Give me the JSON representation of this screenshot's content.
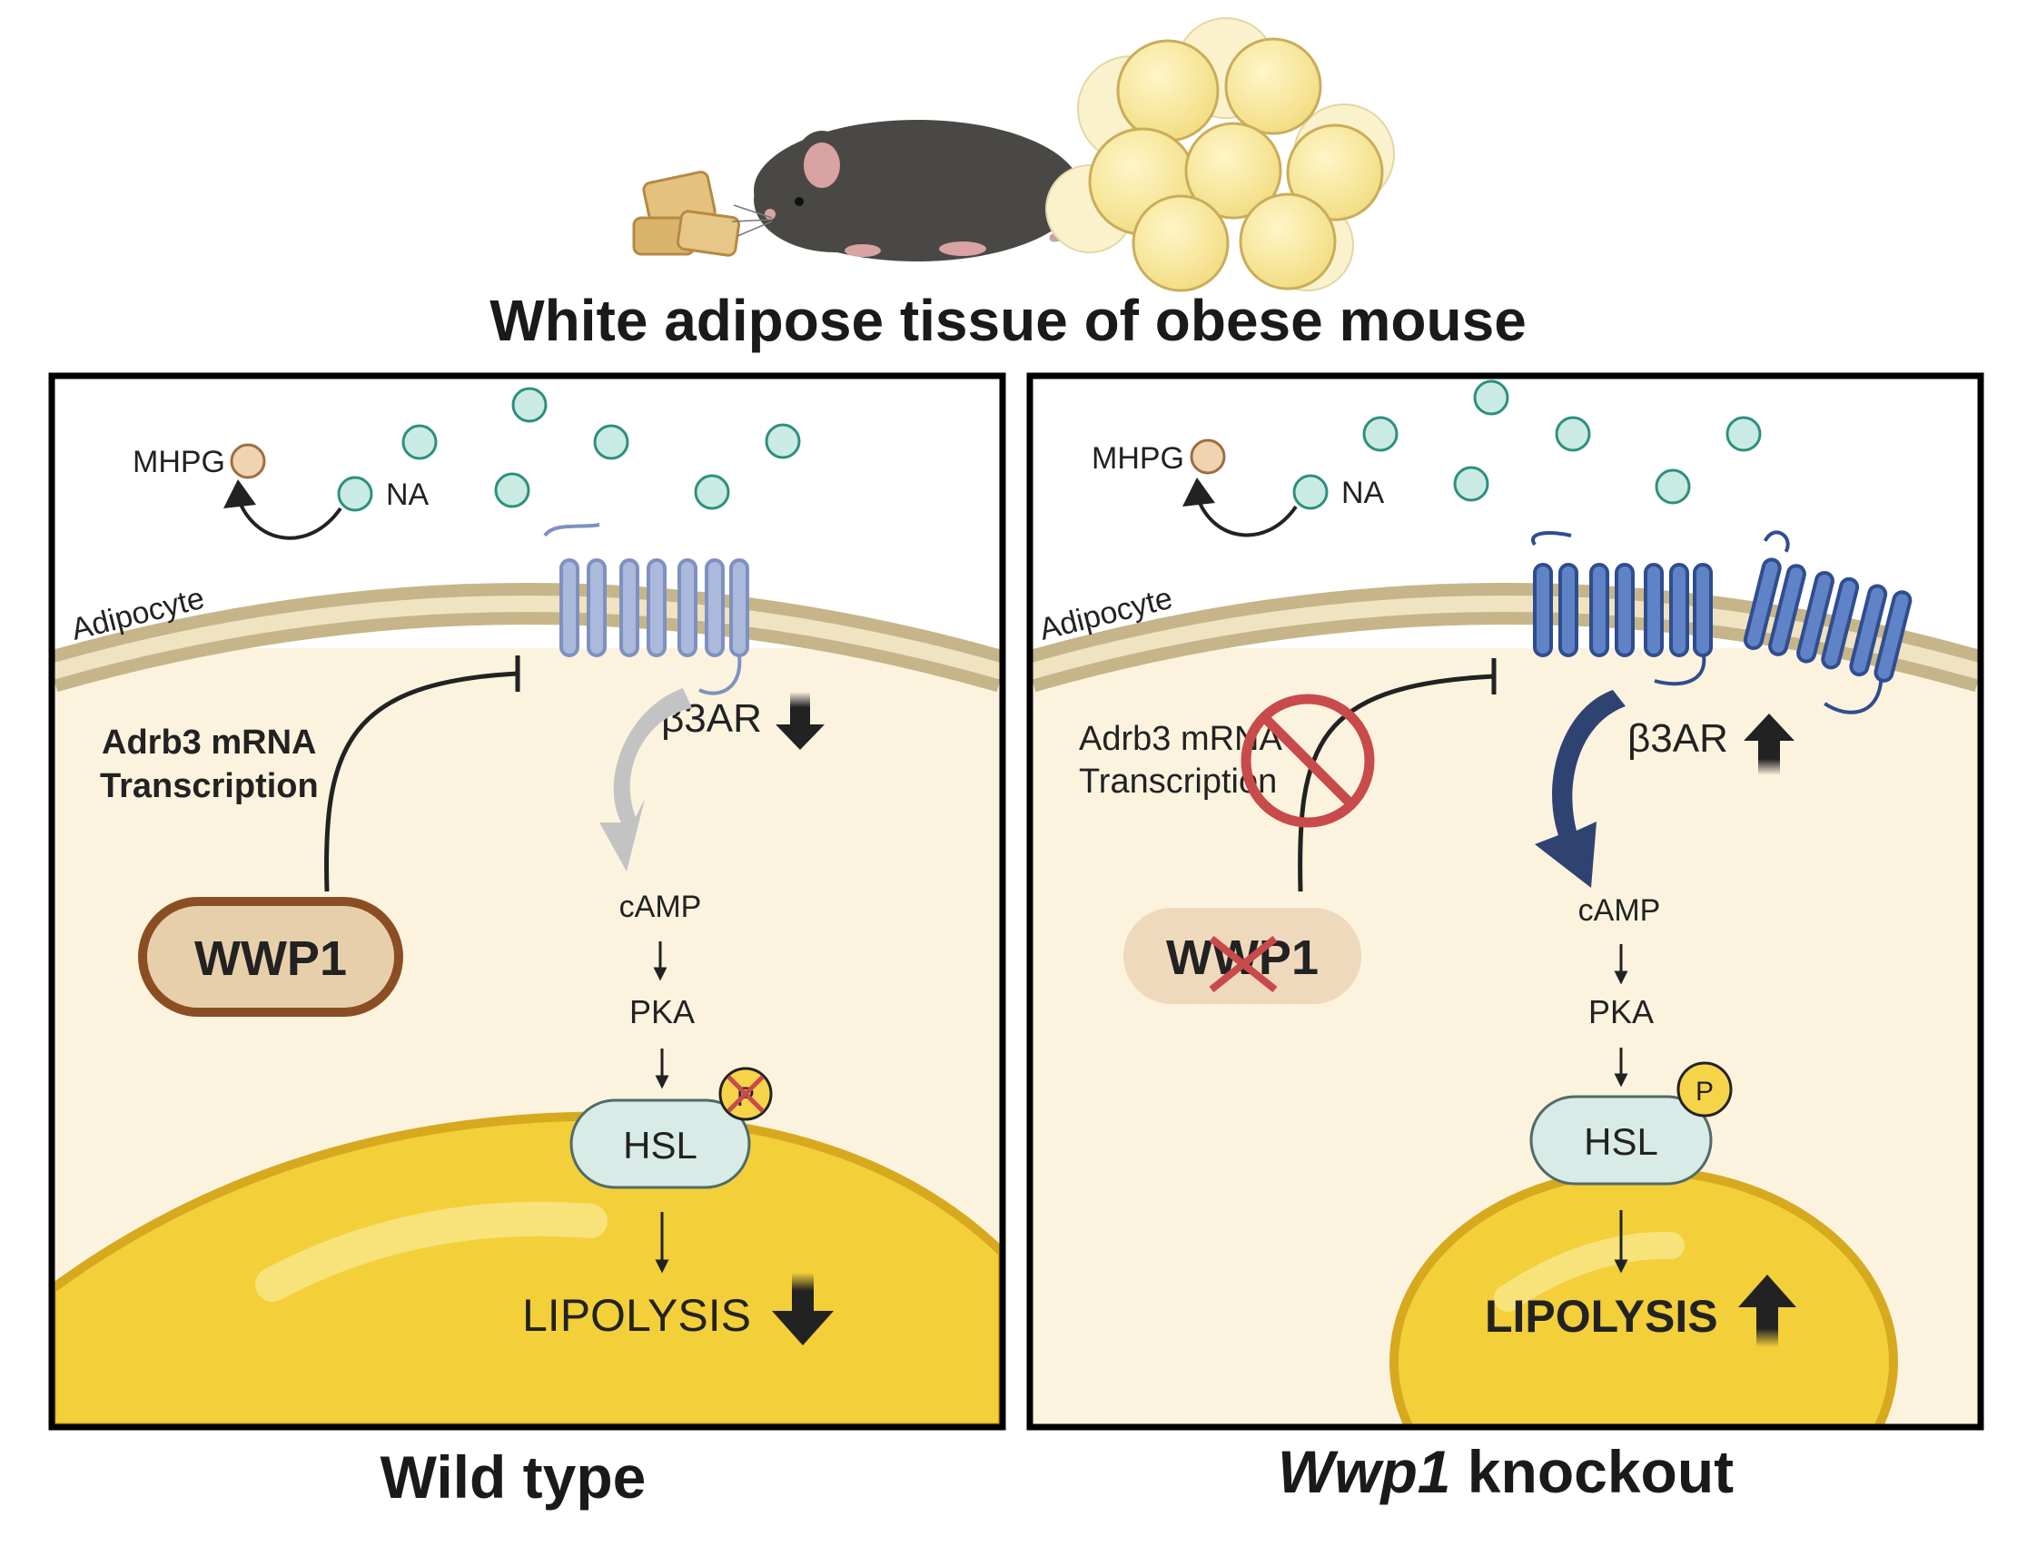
{
  "title": "White adipose tissue of obese mouse",
  "colors": {
    "cytoplasm": "#fcf3df",
    "membrane_outer": "#c7b58a",
    "membrane_inner": "#efe3c2",
    "na_molecule": "#c9ebe3",
    "na_outline": "#2e8f7f",
    "receptor_wt": "#aab9dc",
    "receptor_ko": "#5f83c6",
    "lipid": "#f3cf3a",
    "wwp1": "#e8cfab",
    "wwp1_outline": "#8a4e22",
    "hsl": "#d9ebe6",
    "inhibit_red": "#c94a4a"
  },
  "wild_type": {
    "caption": "Wild type",
    "mhpg": "MHPG",
    "na": "NA",
    "adipocyte": "Adipocyte",
    "transcription_line1": "Adrb3 mRNA",
    "transcription_line2": "Transcription",
    "wwp1": "WWP1",
    "receptor": "β3AR",
    "camp": "cAMP",
    "pka": "PKA",
    "hsl": "HSL",
    "lipolysis": "LIPOLYSIS",
    "phospho": "P"
  },
  "knockout": {
    "caption_italic": "Wwp1",
    "caption_rest": " knockout",
    "mhpg": "MHPG",
    "na": "NA",
    "adipocyte": "Adipocyte",
    "transcription_line1": "Adrb3 mRNA",
    "transcription_line2": "Transcription",
    "wwp1": "WWP1",
    "receptor": "β3AR",
    "camp": "cAMP",
    "pka": "PKA",
    "hsl": "HSL",
    "lipolysis": "LIPOLYSIS",
    "phospho": "P"
  }
}
